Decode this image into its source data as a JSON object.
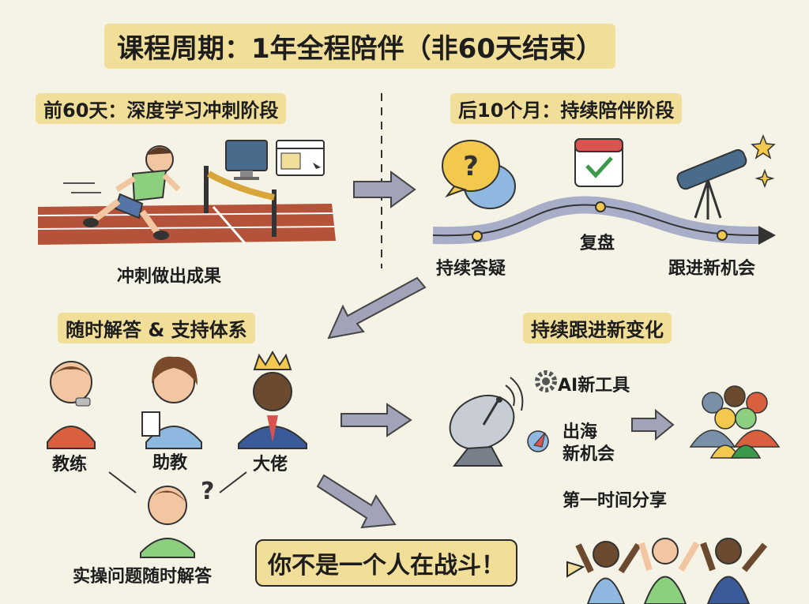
{
  "title": "课程周期：1年全程陪伴（非60天结束）",
  "phase1": {
    "heading": "前60天：深度学习冲刺阶段",
    "caption": "冲刺做出成果"
  },
  "phase2": {
    "heading": "后10个月：持续陪伴阶段",
    "milestones": [
      "持续答疑",
      "复盘",
      "跟进新机会"
    ]
  },
  "support": {
    "heading": "随时解答 & 支持体系",
    "roles": [
      "教练",
      "助教",
      "大佬"
    ],
    "caption": "实操问题随时解答"
  },
  "changes": {
    "heading": "持续跟进新变化",
    "item_ai": "AI新工具",
    "item_overseas_line1": "出海",
    "item_overseas_line2": "新机会",
    "caption": "第一时间分享"
  },
  "slogan": "你不是一个人在战斗！",
  "colors": {
    "highlight": "#f1de99",
    "track": "#b5523a",
    "road": "#a9aec8",
    "arrow": "#a2a3b8",
    "speech_yellow": "#f2c94c",
    "speech_blue": "#8fb8e0",
    "shirt_green": "#8ccf7e"
  }
}
